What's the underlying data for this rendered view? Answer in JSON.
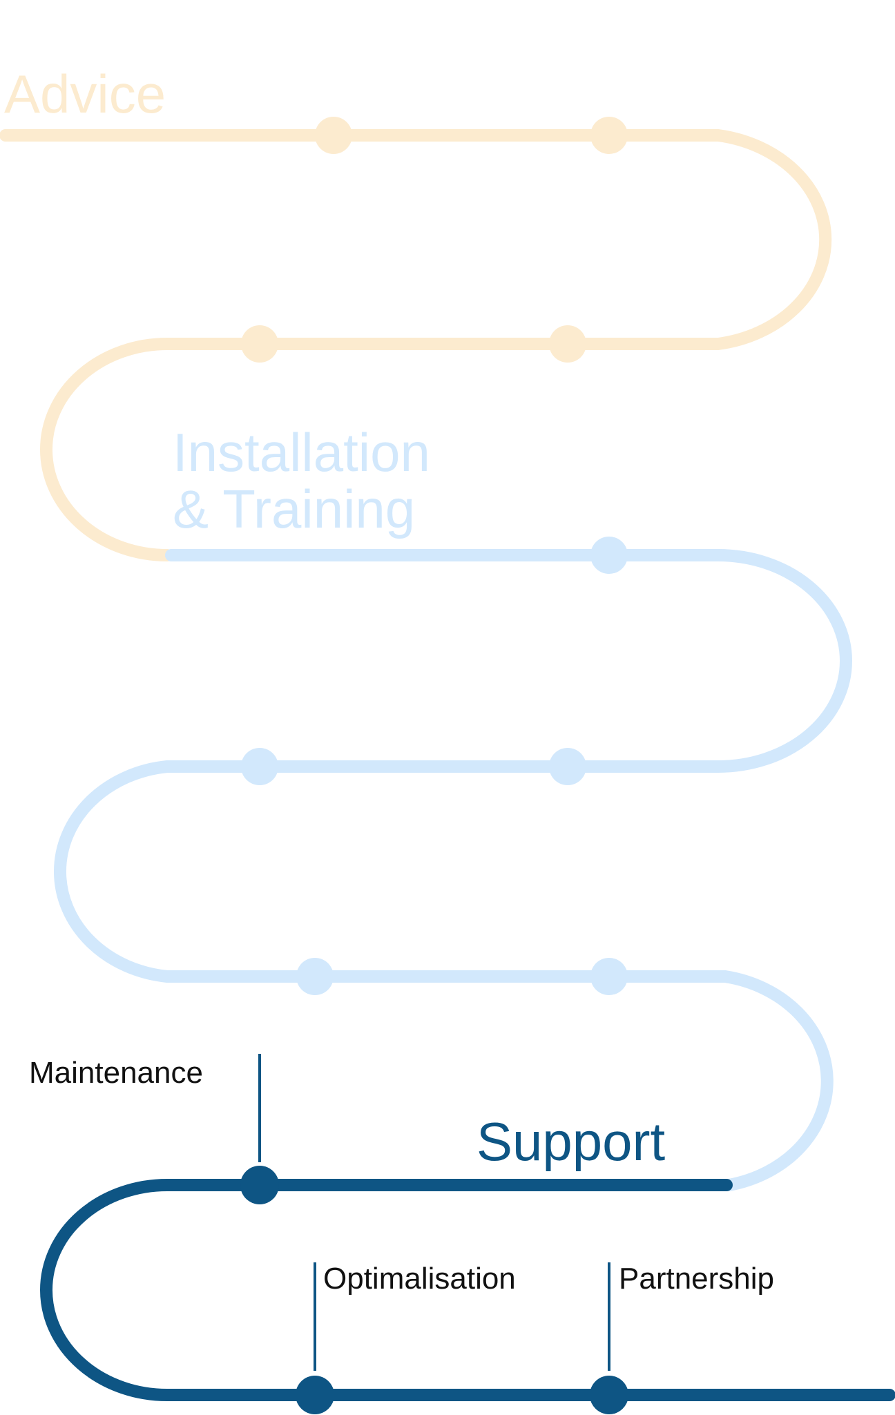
{
  "stages": {
    "advice": {
      "title": "Advice",
      "color": "#FCEBCF"
    },
    "installation": {
      "title_line1": "Installation",
      "title_line2": "& Training",
      "color": "#D2E8FC"
    },
    "support": {
      "title": "Support",
      "color": "#0E5584",
      "steps": [
        {
          "label": "Maintenance"
        },
        {
          "label": "Optimalisation"
        },
        {
          "label": "Partnership"
        }
      ]
    }
  },
  "text_color": "#111111"
}
